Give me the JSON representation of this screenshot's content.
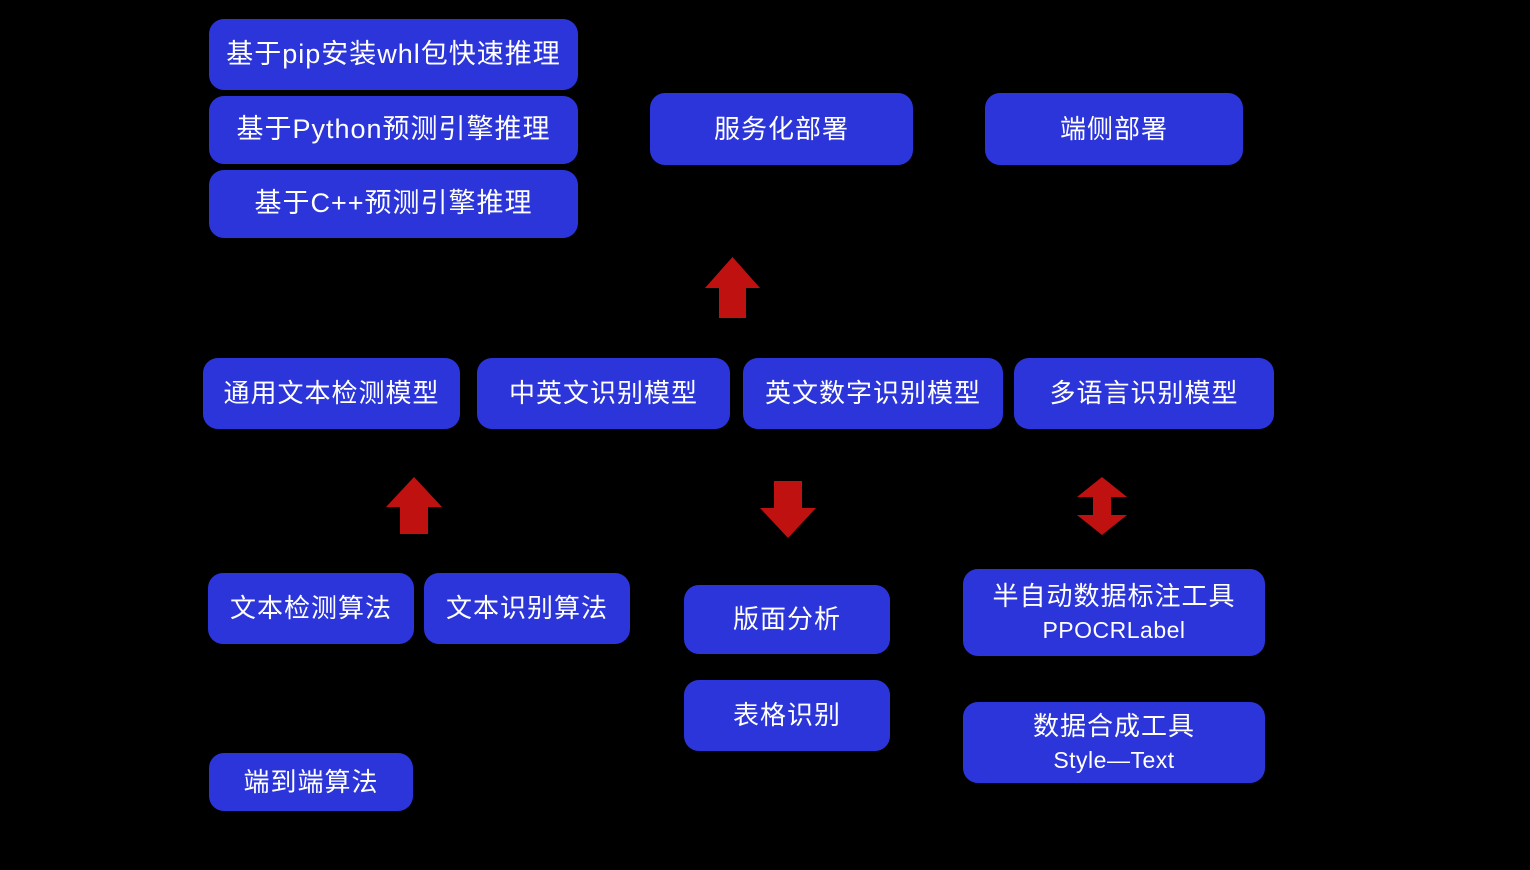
{
  "diagram": {
    "colors": {
      "background": "#000000",
      "box": "#2b35da",
      "arrow": "#c01111",
      "text": "#ffffff"
    },
    "nodes": {
      "pip_whl": {
        "label": "基于pip安装whl包快速推理"
      },
      "python_engine": {
        "label": "基于Python预测引擎推理"
      },
      "cpp_engine": {
        "label": "基于C++预测引擎推理"
      },
      "serving": {
        "label": "服务化部署"
      },
      "edge_deploy": {
        "label": "端侧部署"
      },
      "det_model": {
        "label": "通用文本检测模型"
      },
      "rec_zh_en": {
        "label": "中英文识别模型"
      },
      "rec_en_num": {
        "label": "英文数字识别模型"
      },
      "rec_multi": {
        "label": "多语言识别模型"
      },
      "det_algo": {
        "label": "文本检测算法"
      },
      "rec_algo": {
        "label": "文本识别算法"
      },
      "layout": {
        "label": "版面分析"
      },
      "ppocrlabel": {
        "label": "半自动数据标注工具",
        "sublabel": "PPOCRLabel"
      },
      "table_rec": {
        "label": "表格识别"
      },
      "style_text": {
        "label": "数据合成工具",
        "sublabel": "Style—Text"
      },
      "e2e_algo": {
        "label": "端到端算法"
      }
    },
    "arrows": [
      {
        "name": "arrow-up-serving",
        "direction": "up"
      },
      {
        "name": "arrow-up-algorithms",
        "direction": "up"
      },
      {
        "name": "arrow-down-layout",
        "direction": "down"
      },
      {
        "name": "arrow-updown-annotation",
        "direction": "up-down"
      }
    ]
  }
}
